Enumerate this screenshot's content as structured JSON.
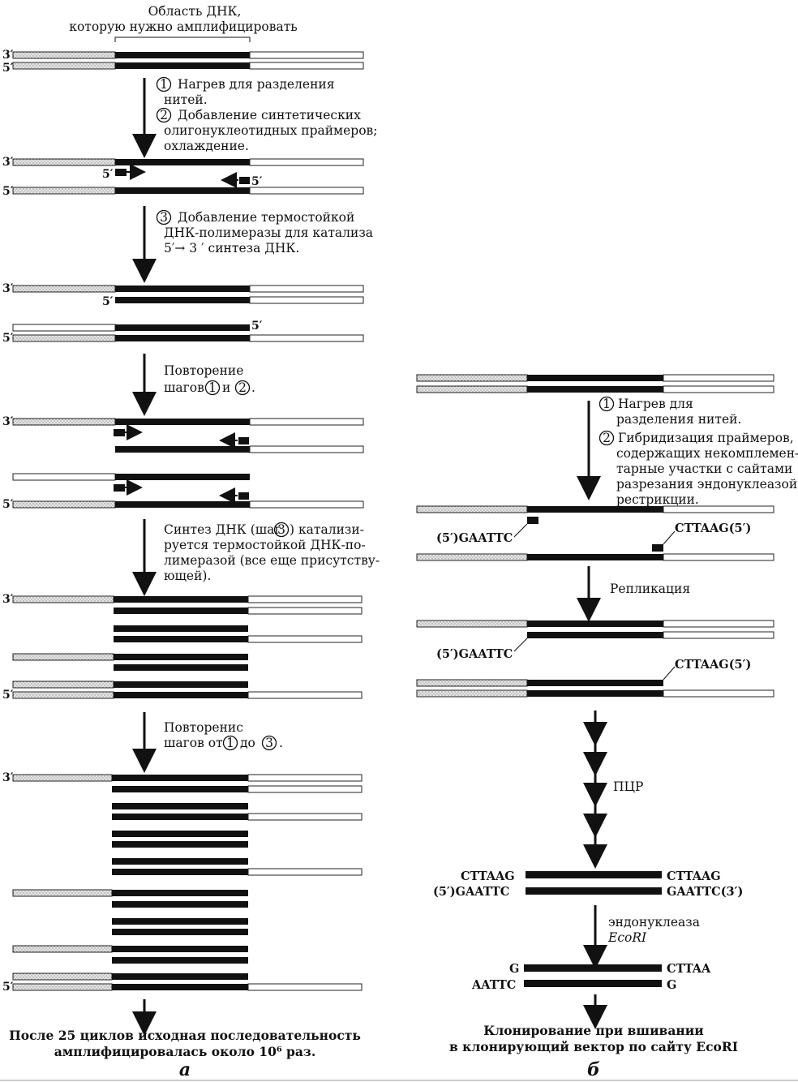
{
  "panel_a": {
    "region_label_1": "Область ДНК,",
    "region_label_2": "которую нужно амплифицировать",
    "step1": "Нагрев для разделения",
    "step1b": "нитей.",
    "step2": "Добавление синтетических",
    "step2b": "олигонуклеотидных праймеров;",
    "step2c": "охлаждение.",
    "step3": "Добавление термостойкой",
    "step3b": "ДНК-полимеразы для катализа",
    "step3c": "5′→ 3 ′ синтеза ДНК.",
    "repeat1a": "Повторение",
    "repeat1b": "шагов",
    "repeat1and": "и",
    "synth1": "Синтез ДНК (шаг",
    "synth1b": ") катализи-",
    "synth2": "руется термостойкой ДНК-по-",
    "synth3": "лимеразой (все еще присутству-",
    "synth4": "ющей).",
    "repeat2a": "Повторенис",
    "repeat2b": "шагов от",
    "repeat2to": "до",
    "final1": "После 25 циклов исходная последовательность",
    "final2": "амплифицировалась около 10⁶ раз.",
    "panel_letter": "а"
  },
  "panel_b": {
    "step1": "Нагрев для",
    "step1b": "разделения нитей.",
    "step2": "Гибридизация праймеров,",
    "step2b": "содержащих некомплемен-",
    "step2c": "тарные участки с сайтами",
    "step2d": "разрезания эндонуклеазой",
    "step2e": "рестрикции.",
    "site_left": "(5′)GAATTC",
    "site_right": "CTTAAG(5′)",
    "replication": "Репликация",
    "pcr": "ПЦР",
    "end_tl": "CTTAAG",
    "end_tr": "CTTAAG",
    "end_bl": "(5′)GAATTC",
    "end_br": "GAATTC(3′)",
    "enzyme1": "эндонуклеаза",
    "enzyme2": "EcoRI",
    "cut_tl": "G",
    "cut_tr": "CTTAA",
    "cut_bl": "AATTC",
    "cut_br": "G",
    "final1": "Клонирование при вшивании",
    "final2": "в клонирующий вектор по сайту EcoRI",
    "panel_letter": "б"
  },
  "strand_labels": {
    "three_prime": "3′",
    "five_prime": "5′"
  },
  "circled": {
    "one": "1",
    "two": "2",
    "three": "3"
  }
}
